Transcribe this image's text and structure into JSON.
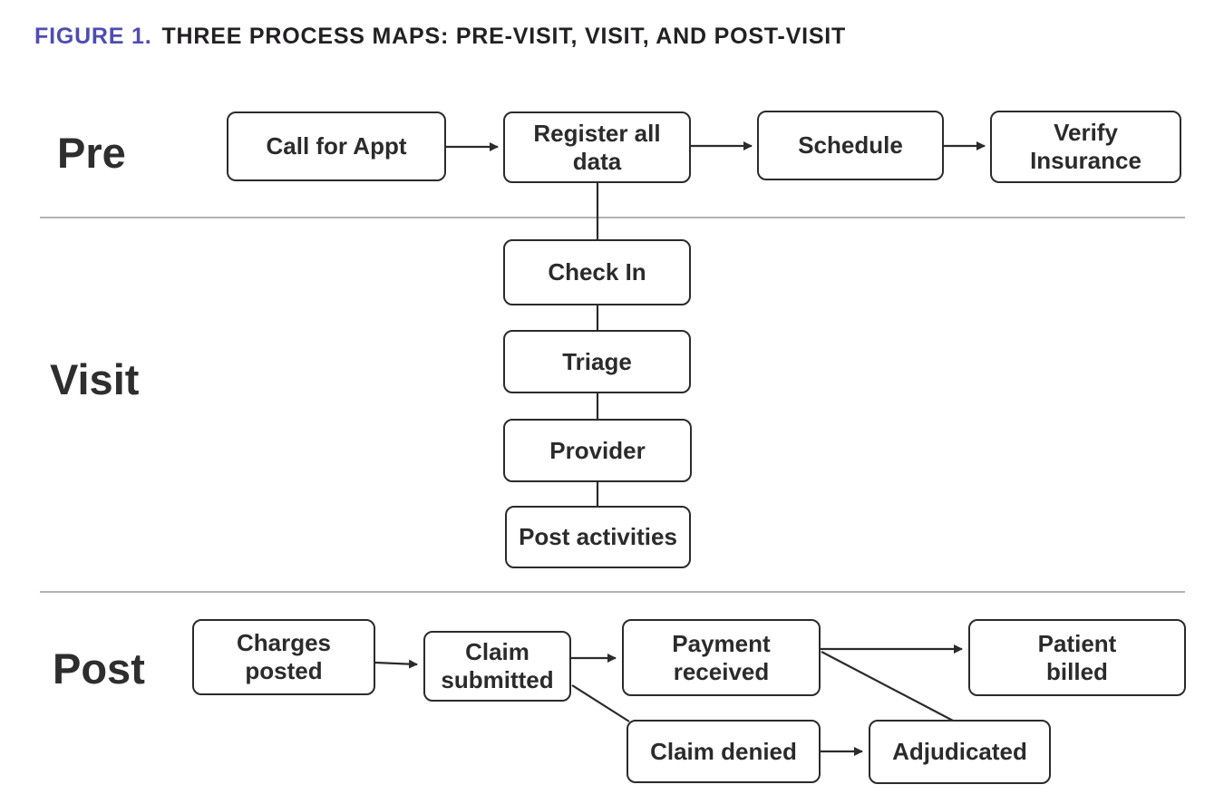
{
  "figure": {
    "label": "FIGURE 1.",
    "title": "THREE PROCESS MAPS: PRE-VISIT, VISIT, AND POST-VISIT"
  },
  "sections": {
    "pre": {
      "label": "Pre"
    },
    "visit": {
      "label": "Visit"
    },
    "post": {
      "label": "Post"
    }
  },
  "nodes": {
    "call_for_appt": {
      "label": "Call for Appt"
    },
    "register_all_data": {
      "label": "Register all\ndata"
    },
    "schedule": {
      "label": "Schedule"
    },
    "verify_insurance": {
      "label": "Verify\nInsurance"
    },
    "check_in": {
      "label": "Check In"
    },
    "triage": {
      "label": "Triage"
    },
    "provider": {
      "label": "Provider"
    },
    "post_activities": {
      "label": "Post activities"
    },
    "charges_posted": {
      "label": "Charges\nposted"
    },
    "claim_submitted": {
      "label": "Claim\nsubmitted"
    },
    "payment_received": {
      "label": "Payment\nreceived"
    },
    "patient_billed": {
      "label": "Patient\nbilled"
    },
    "claim_denied": {
      "label": "Claim denied"
    },
    "adjudicated": {
      "label": "Adjudicated"
    }
  },
  "colors": {
    "accent": "#4f4cb2",
    "ink": "#2b2b2b",
    "divider": "#b3b3b3",
    "paper": "#ffffff"
  }
}
